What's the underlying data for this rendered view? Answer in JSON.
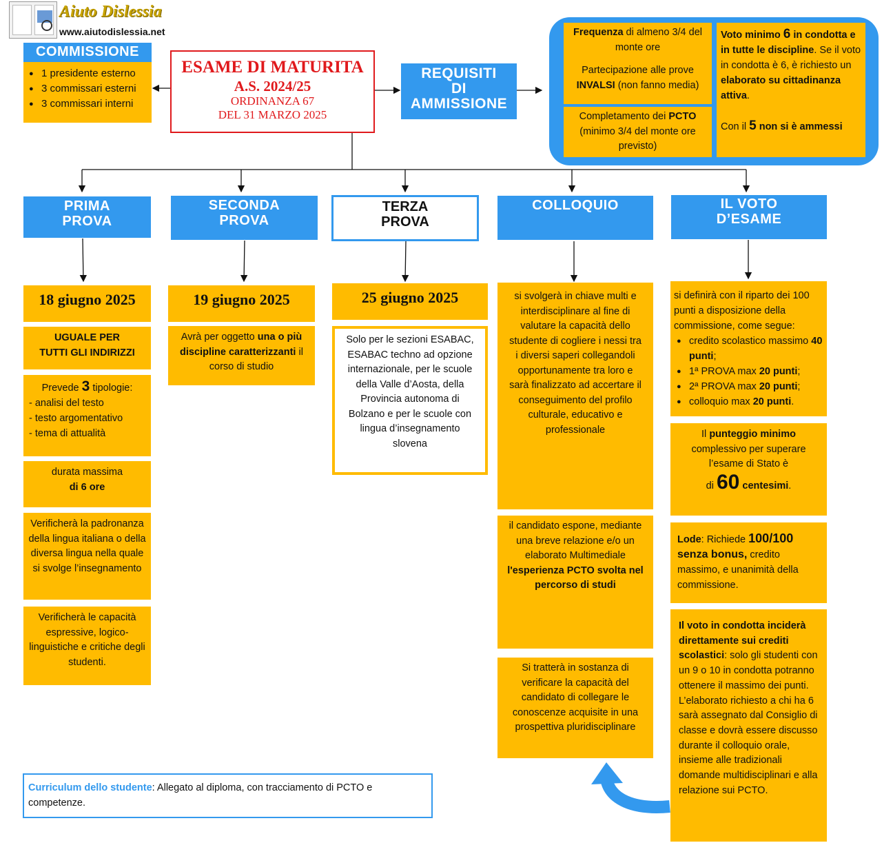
{
  "logo": {
    "title": "Aiuto Dislessia",
    "url": "www.aiutodislessia.net"
  },
  "commissione": {
    "title": "COMMISSIONE",
    "items": [
      "1 presidente esterno",
      "3 commissari esterni",
      "3 commissari interni"
    ]
  },
  "esame": {
    "line1": "ESAME DI MATURITA",
    "line2": "A.S. 2024/25",
    "line3": "ORDINANZA 67",
    "line4": "DEL 31 MARZO 2025"
  },
  "requisiti": {
    "title_l1": "REQUISITI",
    "title_l2": "DI",
    "title_l3": "AMMISSIONE",
    "freq_b": "Frequenza",
    "freq_t": " di almeno 3/4 del monte ore",
    "invalsi_t1": "Partecipazione alle prove ",
    "invalsi_b": "INVALSI",
    "invalsi_t2": " (non fanno media)",
    "pcto_t1": "Completamento dei ",
    "pcto_b": "PCTO",
    "pcto_t2": " (minimo 3/4 del monte ore previsto)",
    "voto_b1": "Voto minimo ",
    "voto_num": "6",
    "voto_b2": " in condotta e in tutte le discipline",
    "voto_t": ". Se il voto in condotta è 6, è richiesto un ",
    "voto_b3": "elaborato su cittadinanza attiva",
    "voto_t2": ".",
    "cinque_t": "Con il ",
    "cinque_num": "5",
    "cinque_b": " non si è ammessi"
  },
  "prima": {
    "title_l1": "PRIMA",
    "title_l2": "PROVA",
    "date": "18 giugno 2025",
    "uguale_l1": "UGUALE PER",
    "uguale_l2": "TUTTI GLI INDIRIZZI",
    "prevede_t1": "Prevede ",
    "prevede_num": "3",
    "prevede_t2": " tipologie:",
    "tipologie": [
      "- analisi del testo",
      "- testo argomentativo",
      "- tema di attualità"
    ],
    "durata_t": "durata massima",
    "durata_b": "di 6 ore",
    "verifica1": "Verificherà la padronanza della lingua italiana o della diversa lingua nella quale si svolge l’insegnamento",
    "verifica2": "Verificherà le capacità espressive, logico-linguistiche e critiche degli studenti."
  },
  "seconda": {
    "title_l1": "SECONDA",
    "title_l2": "PROVA",
    "date": "19 giugno 2025",
    "text_t": "Avrà per oggetto ",
    "text_b": "una o più discipline caratterizzanti",
    "text_t2": " il corso di studio"
  },
  "terza": {
    "title_l1": "TERZA",
    "title_l2": "PROVA",
    "date": "25 giugno 2025",
    "text": "Solo per le sezioni ESABAC, ESABAC techno ad opzione internazionale, per le scuole della Valle d’Aosta, della Provincia autonoma di Bolzano e per le scuole con lingua d’insegnamento slovena"
  },
  "colloquio": {
    "title": "COLLOQUIO",
    "text1": "si svolgerà in chiave multi e interdisciplinare al fine di valutare la capacità dello studente di cogliere i nessi tra i diversi saperi collegandoli opportunamente tra loro e sarà finalizzato ad accertare il conseguimento del profilo culturale, educativo e professionale",
    "text2_t": "il candidato espone, mediante una breve relazione e/o un elaborato Multimediale ",
    "text2_b": "l'esperienza PCTO svolta nel percorso di studi",
    "text3": "Si tratterà in sostanza di verificare la capacità del candidato di collegare le conoscenze acquisite in una prospettiva pluridisciplinare"
  },
  "voto": {
    "title_l1": "IL VOTO",
    "title_l2": "D’ESAME",
    "intro": "si definirà con il riparto dei 100 punti a disposizione della commissione, come segue:",
    "crediti_t": "credito scolastico massimo ",
    "crediti_b": "40 punti",
    "prima_t": "1ª PROVA max ",
    "prima_b": "20 punti",
    "seconda_t": "2ª PROVA max ",
    "seconda_b": "20 punti",
    "coll_t": "colloquio max ",
    "coll_b": "20 punti",
    "punteggio_t1": "Il ",
    "punteggio_b": "punteggio minimo",
    "punteggio_t2": " complessivo per superare l’esame di Stato è",
    "punteggio_di": "di ",
    "punteggio_num": "60",
    "punteggio_unit": " centesimi",
    "punteggio_end": ".",
    "lode_b": "Lode",
    "lode_t": ": Richiede ",
    "lode_big": "100/100",
    "lode_b2": "senza bonus,",
    "lode_t2": " credito massimo, e unanimità della commissione.",
    "condotta_b": "Il voto in condotta inciderà direttamente sui crediti scolastici",
    "condotta_t": ": solo gli studenti con un 9 o 10 in condotta potranno ottenere il massimo dei punti. L’elaborato richiesto a chi ha 6 sarà assegnato dal Consiglio di classe e dovrà essere discusso durante il colloquio orale, insieme alle tradizionali domande multidisciplinari e alla relazione sui PCTO."
  },
  "curriculum": {
    "label": "Curriculum dello studente",
    "text": ": Allegato al diploma, con tracciamento di PCTO e competenze."
  },
  "colors": {
    "blue": "#3399ee",
    "orange": "#ffbb00",
    "red": "#e0191c"
  }
}
